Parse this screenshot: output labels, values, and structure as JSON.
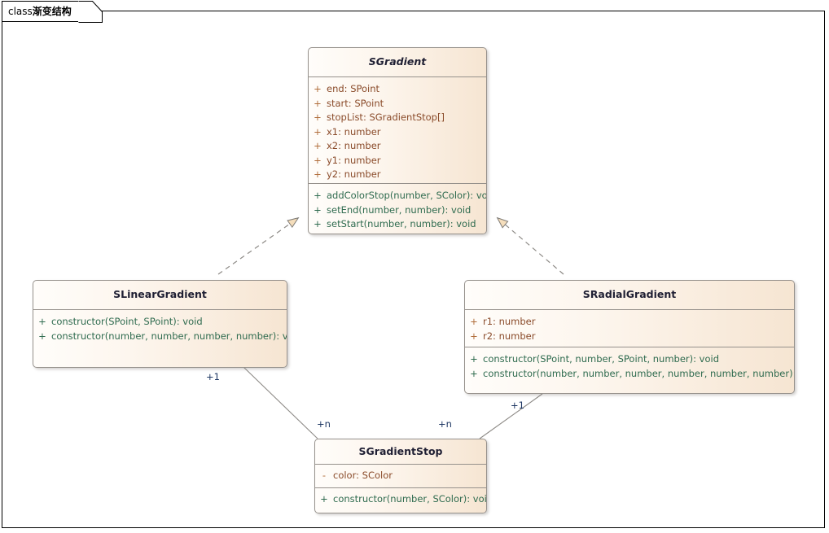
{
  "diagram": {
    "tab_prefix": "class",
    "tab_title": "渐变结构",
    "frame_name": "class 渐变结构",
    "colors": {
      "box_fill_left": "#fffdfa",
      "box_fill_right": "#f6e5d2",
      "box_border": "#96918c",
      "attribute_text": "#8a4b2a",
      "attribute_visibility": "#b06c3a",
      "operation_text": "#2f6b4f",
      "operation_visibility": "#2f6b4f",
      "class_name_text": "#1f1f33",
      "connector_line": "#9a9a9a",
      "multiplicity_text": "#1f3864",
      "arrowhead_fill": "#f5debc"
    }
  },
  "classes": {
    "gradient": {
      "name": "SGradient",
      "stereotype": "abstract",
      "attributes": [
        {
          "visibility": "+",
          "text": "end: SPoint"
        },
        {
          "visibility": "+",
          "text": "start: SPoint"
        },
        {
          "visibility": "+",
          "text": "stopList: SGradientStop[]"
        },
        {
          "visibility": "+",
          "text": "x1: number"
        },
        {
          "visibility": "+",
          "text": "x2: number"
        },
        {
          "visibility": "+",
          "text": "y1: number"
        },
        {
          "visibility": "+",
          "text": "y2: number"
        }
      ],
      "operations": [
        {
          "visibility": "+",
          "text": "addColorStop(number, SColor): void"
        },
        {
          "visibility": "+",
          "text": "setEnd(number, number): void"
        },
        {
          "visibility": "+",
          "text": "setStart(number, number): void"
        }
      ]
    },
    "linear": {
      "name": "SLinearGradient",
      "stereotype": "concrete",
      "attributes": [],
      "operations": [
        {
          "visibility": "+",
          "text": "constructor(SPoint, SPoint): void"
        },
        {
          "visibility": "+",
          "text": "constructor(number, number, number, number): void"
        }
      ]
    },
    "radial": {
      "name": "SRadialGradient",
      "stereotype": "concrete",
      "attributes": [
        {
          "visibility": "+",
          "text": "r1: number"
        },
        {
          "visibility": "+",
          "text": "r2: number"
        }
      ],
      "operations": [
        {
          "visibility": "+",
          "text": "constructor(SPoint, number, SPoint, number): void"
        },
        {
          "visibility": "+",
          "text": "constructor(number, number, number, number, number, number): void"
        }
      ]
    },
    "stop": {
      "name": "SGradientStop",
      "stereotype": "concrete",
      "attributes": [
        {
          "visibility": "-",
          "text": "color: SColor"
        }
      ],
      "operations": [
        {
          "visibility": "+",
          "text": "constructor(number, SColor): void"
        }
      ]
    }
  },
  "relationships": [
    {
      "kind": "realization",
      "from": "SLinearGradient",
      "to": "SGradient",
      "line": "dashed",
      "arrow": "hollow-triangle"
    },
    {
      "kind": "realization",
      "from": "SRadialGradient",
      "to": "SGradient",
      "line": "dashed",
      "arrow": "hollow-triangle"
    },
    {
      "kind": "association",
      "from": "SLinearGradient",
      "to": "SGradientStop",
      "line": "solid",
      "source_multiplicity": "+1",
      "target_multiplicity": "+n"
    },
    {
      "kind": "association",
      "from": "SRadialGradient",
      "to": "SGradientStop",
      "line": "solid",
      "source_multiplicity": "+1",
      "target_multiplicity": "+n"
    }
  ],
  "multiplicity_labels": {
    "linear_one": "+1",
    "stop_from_linear": "+n",
    "stop_from_radial": "+n",
    "radial_one": "+1"
  }
}
